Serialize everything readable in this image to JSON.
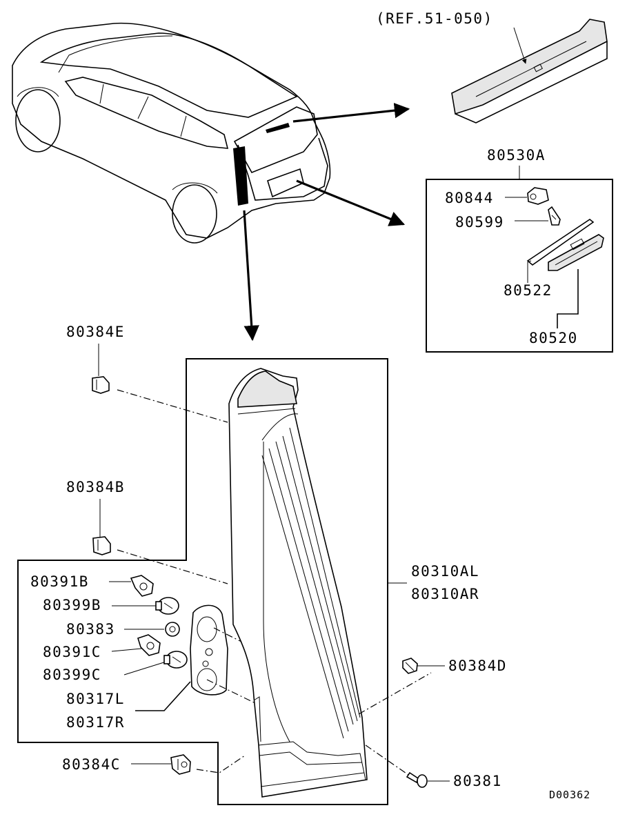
{
  "diagram": {
    "ref_label": "(REF.51-050)",
    "diagram_code": "D00362",
    "parts": {
      "p80530A": "80530A",
      "p80844": "80844",
      "p80599": "80599",
      "p80522": "80522",
      "p80520": "80520",
      "p80384E": "80384E",
      "p80384B": "80384B",
      "p80310AL": "80310AL",
      "p80310AR": "80310AR",
      "p80391B": "80391B",
      "p80399B": "80399B",
      "p80383": "80383",
      "p80391C": "80391C",
      "p80399C": "80399C",
      "p80317L": "80317L",
      "p80317R": "80317R",
      "p80384D": "80384D",
      "p80384C": "80384C",
      "p80381": "80381"
    }
  }
}
